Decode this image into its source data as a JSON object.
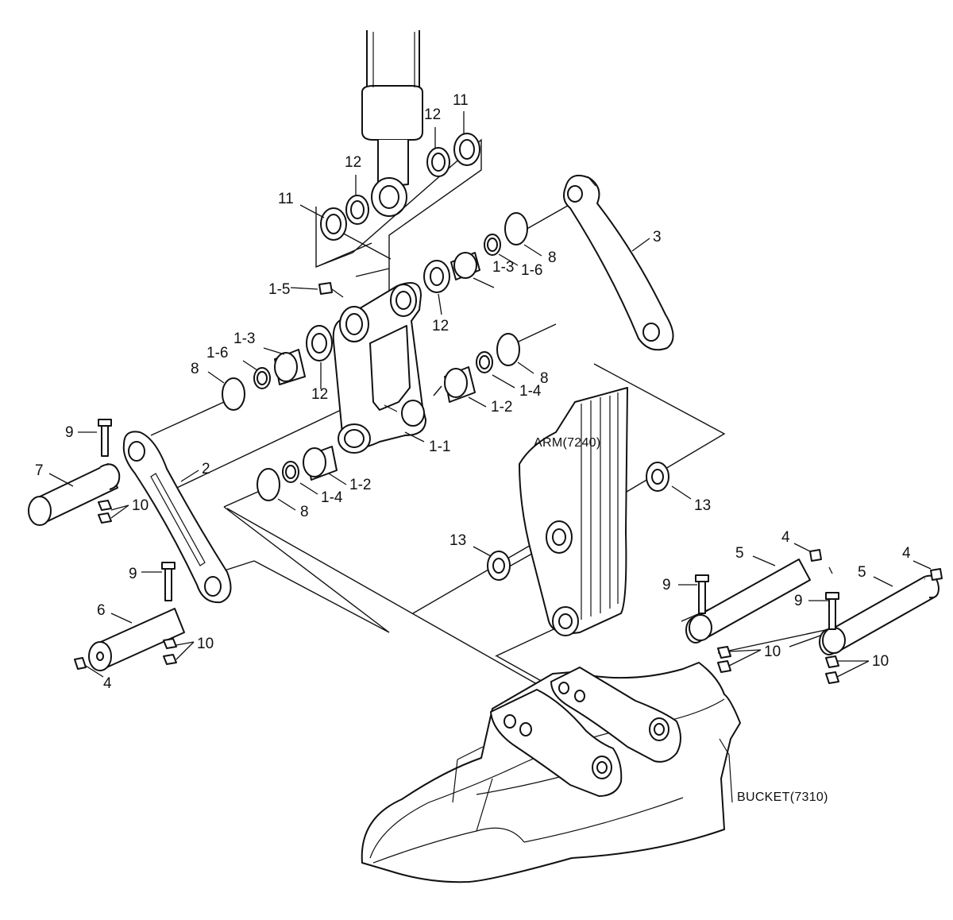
{
  "diagram": {
    "captions": {
      "arm": "ARM(7240)",
      "bucket": "BUCKET(7310)"
    },
    "labels": [
      "11",
      "12",
      "12",
      "11",
      "1-5",
      "1-3",
      "1-6",
      "8",
      "12",
      "1-3",
      "1-6",
      "12",
      "8",
      "3",
      "8",
      "1-4",
      "1-2",
      "1-1",
      "9",
      "7",
      "10",
      "2",
      "1-2",
      "1-4",
      "8",
      "9",
      "6",
      "10",
      "4",
      "13",
      "13",
      "4",
      "5",
      "4",
      "5",
      "9",
      "9",
      "10",
      "10"
    ]
  }
}
